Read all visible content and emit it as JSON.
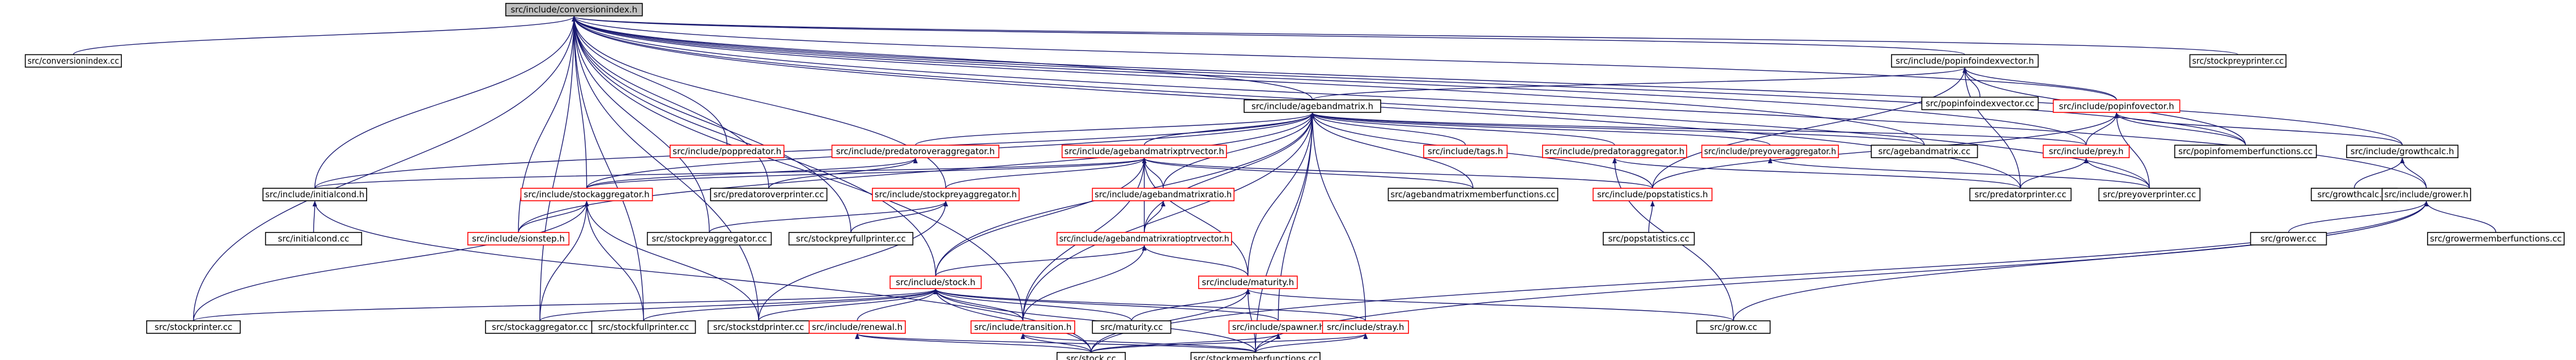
{
  "nodes": [
    {
      "id": "root",
      "label": "src/include/conversionindex.h",
      "style": "root"
    },
    {
      "id": "conversionindex_cc",
      "label": "src/conversionindex.cc",
      "style": "normal"
    },
    {
      "id": "popinfoindexvector_h",
      "label": "src/include/popinfoindexvector.h",
      "style": "normal"
    },
    {
      "id": "stockpreyprinter_cc",
      "label": "src/stockpreyprinter.cc",
      "style": "normal"
    },
    {
      "id": "agebandmatrix_h",
      "label": "src/include/agebandmatrix.h",
      "style": "normal"
    },
    {
      "id": "popinfovector_h",
      "label": "src/include/popinfovector.h",
      "style": "red"
    },
    {
      "id": "popinfoindexvector_cc",
      "label": "src/popinfoindexvector.cc",
      "style": "normal"
    },
    {
      "id": "popinfomemberfunctions_cc",
      "label": "src/popinfomemberfunctions.cc",
      "style": "normal"
    },
    {
      "id": "poppredator_h",
      "label": "src/include/poppredator.h",
      "style": "red"
    },
    {
      "id": "predatoroveraggregator_h",
      "label": "src/include/predatoroveraggregator.h",
      "style": "red"
    },
    {
      "id": "agebandmatrixptrvector_h",
      "label": "src/include/agebandmatrixptrvector.h",
      "style": "red"
    },
    {
      "id": "tags_h",
      "label": "src/include/tags.h",
      "style": "red"
    },
    {
      "id": "predatoraggregator_h",
      "label": "src/include/predatoraggregator.h",
      "style": "red"
    },
    {
      "id": "preyoveraggregator_h",
      "label": "src/include/preyoveraggregator.h",
      "style": "red"
    },
    {
      "id": "agebandmatrix_cc",
      "label": "src/agebandmatrix.cc",
      "style": "normal"
    },
    {
      "id": "prey_h",
      "label": "src/include/prey.h",
      "style": "red"
    },
    {
      "id": "growthcalc_h",
      "label": "src/include/growthcalc.h",
      "style": "normal"
    },
    {
      "id": "initialcond_h",
      "label": "src/include/initialcond.h",
      "style": "normal"
    },
    {
      "id": "stockaggregator_h",
      "label": "src/include/stockaggregator.h",
      "style": "red"
    },
    {
      "id": "predatoroverprinter_cc",
      "label": "src/predatoroverprinter.cc",
      "style": "normal"
    },
    {
      "id": "stockpreyaggregator_h",
      "label": "src/include/stockpreyaggregator.h",
      "style": "red"
    },
    {
      "id": "agebandmatrixratio_h",
      "label": "src/include/agebandmatrixratio.h",
      "style": "red"
    },
    {
      "id": "agebandmatrixmemberfunctions_cc",
      "label": "src/agebandmatrixmemberfunctions.cc",
      "style": "normal"
    },
    {
      "id": "popstatistics_h",
      "label": "src/include/popstatistics.h",
      "style": "red"
    },
    {
      "id": "predatorprinter_cc",
      "label": "src/predatorprinter.cc",
      "style": "normal"
    },
    {
      "id": "preyoverprinter_cc",
      "label": "src/preyoverprinter.cc",
      "style": "normal"
    },
    {
      "id": "growthcalc_cc",
      "label": "src/growthcalc.cc",
      "style": "normal"
    },
    {
      "id": "grower_h",
      "label": "src/include/grower.h",
      "style": "normal"
    },
    {
      "id": "initialcond_cc",
      "label": "src/initialcond.cc",
      "style": "normal"
    },
    {
      "id": "sionstep_h",
      "label": "src/include/sionstep.h",
      "style": "red"
    },
    {
      "id": "stockpreyaggregator_cc",
      "label": "src/stockpreyaggregator.cc",
      "style": "normal"
    },
    {
      "id": "stockpreyfullprinter_cc",
      "label": "src/stockpreyfullprinter.cc",
      "style": "normal"
    },
    {
      "id": "agebandmatrixratioptrvector_h",
      "label": "src/include/agebandmatrixratioptrvector.h",
      "style": "red"
    },
    {
      "id": "popstatistics_cc",
      "label": "src/popstatistics.cc",
      "style": "normal"
    },
    {
      "id": "grower_cc",
      "label": "src/grower.cc",
      "style": "normal"
    },
    {
      "id": "growermemberfunctions_cc",
      "label": "src/growermemberfunctions.cc",
      "style": "normal"
    },
    {
      "id": "stock_h",
      "label": "src/include/stock.h",
      "style": "red"
    },
    {
      "id": "maturity_h",
      "label": "src/include/maturity.h",
      "style": "red"
    },
    {
      "id": "stockprinter_cc",
      "label": "src/stockprinter.cc",
      "style": "normal"
    },
    {
      "id": "stockaggregator_cc",
      "label": "src/stockaggregator.cc",
      "style": "normal"
    },
    {
      "id": "stockfullprinter_cc",
      "label": "src/stockfullprinter.cc",
      "style": "normal"
    },
    {
      "id": "stockstdprinter_cc",
      "label": "src/stockstdprinter.cc",
      "style": "normal"
    },
    {
      "id": "renewal_h",
      "label": "src/include/renewal.h",
      "style": "red"
    },
    {
      "id": "transition_h",
      "label": "src/include/transition.h",
      "style": "red"
    },
    {
      "id": "maturity_cc",
      "label": "src/maturity.cc",
      "style": "normal"
    },
    {
      "id": "spawner_h",
      "label": "src/include/spawner.h",
      "style": "red"
    },
    {
      "id": "stray_h",
      "label": "src/include/stray.h",
      "style": "red"
    },
    {
      "id": "grow_cc",
      "label": "src/grow.cc",
      "style": "normal"
    },
    {
      "id": "stock_cc",
      "label": "src/stock.cc",
      "style": "normal"
    },
    {
      "id": "stockmemberfunctions_cc",
      "label": "src/stockmemberfunctions.cc",
      "style": "normal"
    }
  ],
  "edges": [
    [
      "conversionindex_cc",
      "root"
    ],
    [
      "popinfoindexvector_h",
      "root"
    ],
    [
      "stockpreyprinter_cc",
      "root"
    ],
    [
      "agebandmatrix_h",
      "root"
    ],
    [
      "popinfovector_h",
      "root"
    ],
    [
      "poppredator_h",
      "root"
    ],
    [
      "popinfomemberfunctions_cc",
      "root"
    ],
    [
      "initialcond_h",
      "root"
    ],
    [
      "stockaggregator_h",
      "root"
    ],
    [
      "predatoroverprinter_cc",
      "root"
    ],
    [
      "stockpreyaggregator_h",
      "root"
    ],
    [
      "predatorprinter_cc",
      "root"
    ],
    [
      "preyoverprinter_cc",
      "root"
    ],
    [
      "growthcalc_h",
      "root"
    ],
    [
      "grower_h",
      "root"
    ],
    [
      "sionstep_h",
      "root"
    ],
    [
      "stockpreyaggregator_cc",
      "root"
    ],
    [
      "stockpreyfullprinter_cc",
      "root"
    ],
    [
      "stock_h",
      "root"
    ],
    [
      "stockprinter_cc",
      "root"
    ],
    [
      "stockaggregator_cc",
      "root"
    ],
    [
      "stockfullprinter_cc",
      "root"
    ],
    [
      "stockstdprinter_cc",
      "root"
    ],
    [
      "transition_h",
      "root"
    ],
    [
      "prey_h",
      "root"
    ],
    [
      "agebandmatrix_cc",
      "root"
    ],
    [
      "popinfoindexvector_cc",
      "popinfoindexvector_h"
    ],
    [
      "agebandmatrix_h",
      "popinfoindexvector_h"
    ],
    [
      "popinfovector_h",
      "popinfoindexvector_h"
    ],
    [
      "popinfomemberfunctions_cc",
      "popinfoindexvector_h"
    ],
    [
      "predatorprinter_cc",
      "popinfoindexvector_h"
    ],
    [
      "popstatistics_h",
      "popinfoindexvector_h"
    ],
    [
      "predatoroveraggregator_h",
      "agebandmatrix_h"
    ],
    [
      "agebandmatrixptrvector_h",
      "agebandmatrix_h"
    ],
    [
      "tags_h",
      "agebandmatrix_h"
    ],
    [
      "predatoraggregator_h",
      "agebandmatrix_h"
    ],
    [
      "preyoveraggregator_h",
      "agebandmatrix_h"
    ],
    [
      "agebandmatrix_cc",
      "agebandmatrix_h"
    ],
    [
      "prey_h",
      "agebandmatrix_h"
    ],
    [
      "stockaggregator_h",
      "agebandmatrix_h"
    ],
    [
      "sionstep_h",
      "agebandmatrix_h"
    ],
    [
      "agebandmatrixmemberfunctions_cc",
      "agebandmatrix_h"
    ],
    [
      "popstatistics_h",
      "agebandmatrix_h"
    ],
    [
      "maturity_h",
      "agebandmatrix_h"
    ],
    [
      "stock_h",
      "agebandmatrix_h"
    ],
    [
      "transition_h",
      "agebandmatrix_h"
    ],
    [
      "spawner_h",
      "agebandmatrix_h"
    ],
    [
      "stray_h",
      "agebandmatrix_h"
    ],
    [
      "stockmemberfunctions_cc",
      "agebandmatrix_h"
    ],
    [
      "agebandmatrixratio_h",
      "agebandmatrix_h"
    ],
    [
      "agebandmatrixratioptrvector_h",
      "agebandmatrix_h"
    ],
    [
      "initialcond_h",
      "agebandmatrix_h"
    ],
    [
      "popinfomemberfunctions_cc",
      "popinfovector_h"
    ],
    [
      "growthcalc_h",
      "popinfovector_h"
    ],
    [
      "prey_h",
      "popinfovector_h"
    ],
    [
      "popstatistics_h",
      "popinfovector_h"
    ],
    [
      "preyoverprinter_cc",
      "popinfovector_h"
    ],
    [
      "stockaggregator_h",
      "predatoroveraggregator_h"
    ],
    [
      "predatoroverprinter_cc",
      "predatoroveraggregator_h"
    ],
    [
      "predatorprinter_cc",
      "predatoraggregator_h"
    ],
    [
      "grow_cc",
      "predatoraggregator_h"
    ],
    [
      "preyoverprinter_cc",
      "preyoveraggregator_h"
    ],
    [
      "initialcond_h",
      "agebandmatrixptrvector_h"
    ],
    [
      "stockaggregator_h",
      "agebandmatrixptrvector_h"
    ],
    [
      "stockpreyaggregator_h",
      "agebandmatrixptrvector_h"
    ],
    [
      "agebandmatrixratio_h",
      "agebandmatrixptrvector_h"
    ],
    [
      "agebandmatrixmemberfunctions_cc",
      "agebandmatrixptrvector_h"
    ],
    [
      "popstatistics_h",
      "agebandmatrixptrvector_h"
    ],
    [
      "agebandmatrixratioptrvector_h",
      "agebandmatrixptrvector_h"
    ],
    [
      "maturity_h",
      "agebandmatrixptrvector_h"
    ],
    [
      "stock_h",
      "agebandmatrixptrvector_h"
    ],
    [
      "transition_h",
      "agebandmatrixptrvector_h"
    ],
    [
      "predatorprinter_cc",
      "prey_h"
    ],
    [
      "preyoverprinter_cc",
      "prey_h"
    ],
    [
      "growthcalc_cc",
      "growthcalc_h"
    ],
    [
      "grower_h",
      "growthcalc_h"
    ],
    [
      "initialcond_cc",
      "initialcond_h"
    ],
    [
      "stock_cc",
      "initialcond_h"
    ],
    [
      "sionstep_h",
      "stockaggregator_h"
    ],
    [
      "stockprinter_cc",
      "stockaggregator_h"
    ],
    [
      "stockaggregator_cc",
      "stockaggregator_h"
    ],
    [
      "stockfullprinter_cc",
      "stockaggregator_h"
    ],
    [
      "stockstdprinter_cc",
      "stockaggregator_h"
    ],
    [
      "stockpreyaggregator_cc",
      "stockpreyaggregator_h"
    ],
    [
      "stockpreyfullprinter_cc",
      "stockpreyaggregator_h"
    ],
    [
      "stockstdprinter_cc",
      "stockpreyaggregator_h"
    ],
    [
      "agebandmatrixratioptrvector_h",
      "agebandmatrixratio_h"
    ],
    [
      "popstatistics_cc",
      "popstatistics_h"
    ],
    [
      "grower_cc",
      "grower_h"
    ],
    [
      "growermemberfunctions_cc",
      "grower_h"
    ],
    [
      "grow_cc",
      "grower_h"
    ],
    [
      "stock_cc",
      "grower_h"
    ],
    [
      "stockmemberfunctions_cc",
      "grower_h"
    ],
    [
      "stock_h",
      "agebandmatrixratioptrvector_h"
    ],
    [
      "maturity_h",
      "agebandmatrixratioptrvector_h"
    ],
    [
      "transition_h",
      "agebandmatrixratioptrvector_h"
    ],
    [
      "stockprinter_cc",
      "stock_h"
    ],
    [
      "stockaggregator_cc",
      "stock_h"
    ],
    [
      "stockfullprinter_cc",
      "stock_h"
    ],
    [
      "stockstdprinter_cc",
      "stock_h"
    ],
    [
      "renewal_h",
      "stock_h"
    ],
    [
      "transition_h",
      "stock_h"
    ],
    [
      "maturity_cc",
      "stock_h"
    ],
    [
      "spawner_h",
      "stock_h"
    ],
    [
      "stray_h",
      "stock_h"
    ],
    [
      "stock_cc",
      "stock_h"
    ],
    [
      "stockmemberfunctions_cc",
      "stock_h"
    ],
    [
      "maturity_cc",
      "maturity_h"
    ],
    [
      "grow_cc",
      "maturity_h"
    ],
    [
      "stock_cc",
      "maturity_h"
    ],
    [
      "stockmemberfunctions_cc",
      "maturity_h"
    ],
    [
      "stock_cc",
      "renewal_h"
    ],
    [
      "stockmemberfunctions_cc",
      "renewal_h"
    ],
    [
      "stock_cc",
      "transition_h"
    ],
    [
      "stockmemberfunctions_cc",
      "transition_h"
    ],
    [
      "stock_cc",
      "spawner_h"
    ],
    [
      "stockmemberfunctions_cc",
      "spawner_h"
    ],
    [
      "stock_cc",
      "stray_h"
    ],
    [
      "stockmemberfunctions_cc",
      "stray_h"
    ]
  ]
}
